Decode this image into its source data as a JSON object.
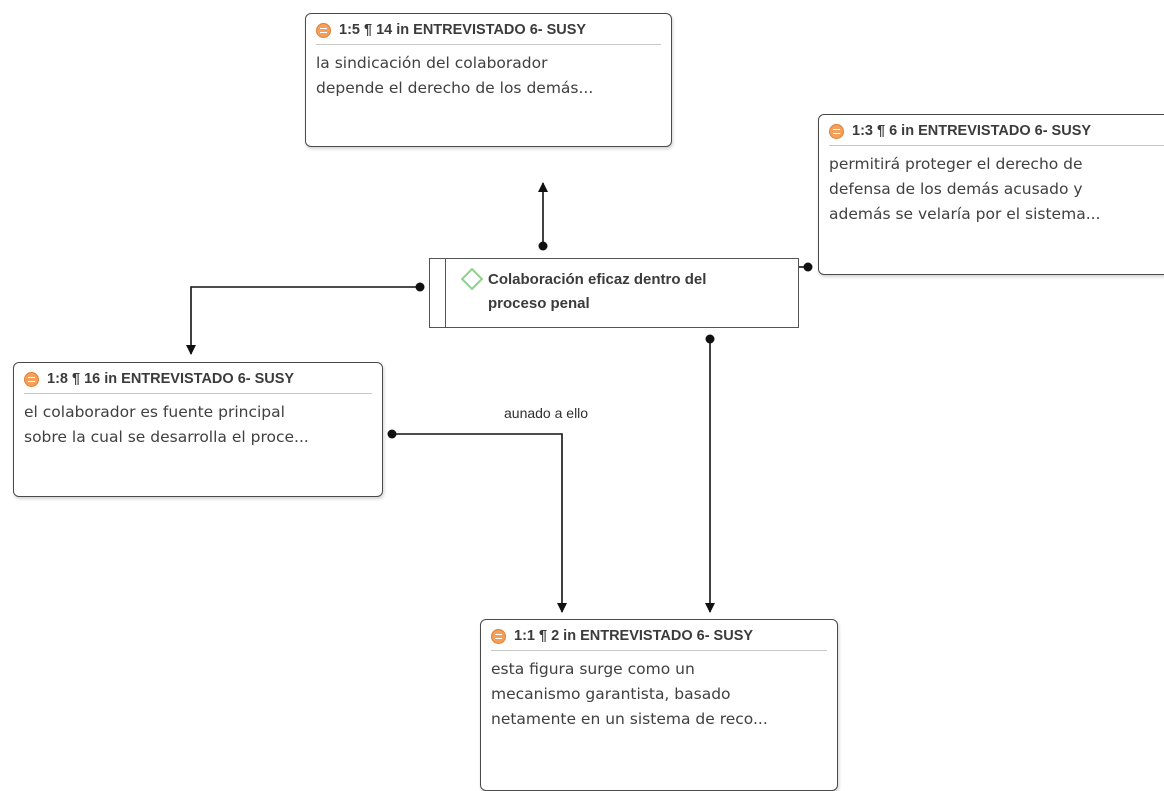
{
  "code": {
    "label_line1": "Colaboración eficaz dentro del",
    "label_line2": "proceso penal",
    "icon": "diamond-code-icon",
    "icon_color": "#8fd18f"
  },
  "quotations": [
    {
      "id": "q1_5",
      "title": "1:5 ¶ 14 in ENTREVISTADO 6- SUSY",
      "lines": [
        "la sindicación del colaborador",
        "depende el derecho de los demás..."
      ]
    },
    {
      "id": "q1_3",
      "title": "1:3 ¶ 6 in ENTREVISTADO 6- SUSY",
      "lines": [
        "permitirá proteger el derecho de",
        "defensa de los demás acusado y",
        "además se velaría por el sistema..."
      ]
    },
    {
      "id": "q1_8",
      "title": "1:8 ¶ 16 in ENTREVISTADO 6- SUSY",
      "lines": [
        "el colaborador es fuente principal",
        "sobre la cual se desarrolla el proce..."
      ]
    },
    {
      "id": "q1_1",
      "title": "1:1 ¶ 2 in ENTREVISTADO 6- SUSY",
      "lines": [
        "esta figura surge como un",
        "mecanismo garantista, basado",
        "netamente en un sistema de reco..."
      ]
    }
  ],
  "links": {
    "q1_8_to_q1_1_label": "aunado a ello"
  },
  "colors": {
    "quotation_icon": "#f2a05c",
    "border": "#4a4a4a"
  }
}
